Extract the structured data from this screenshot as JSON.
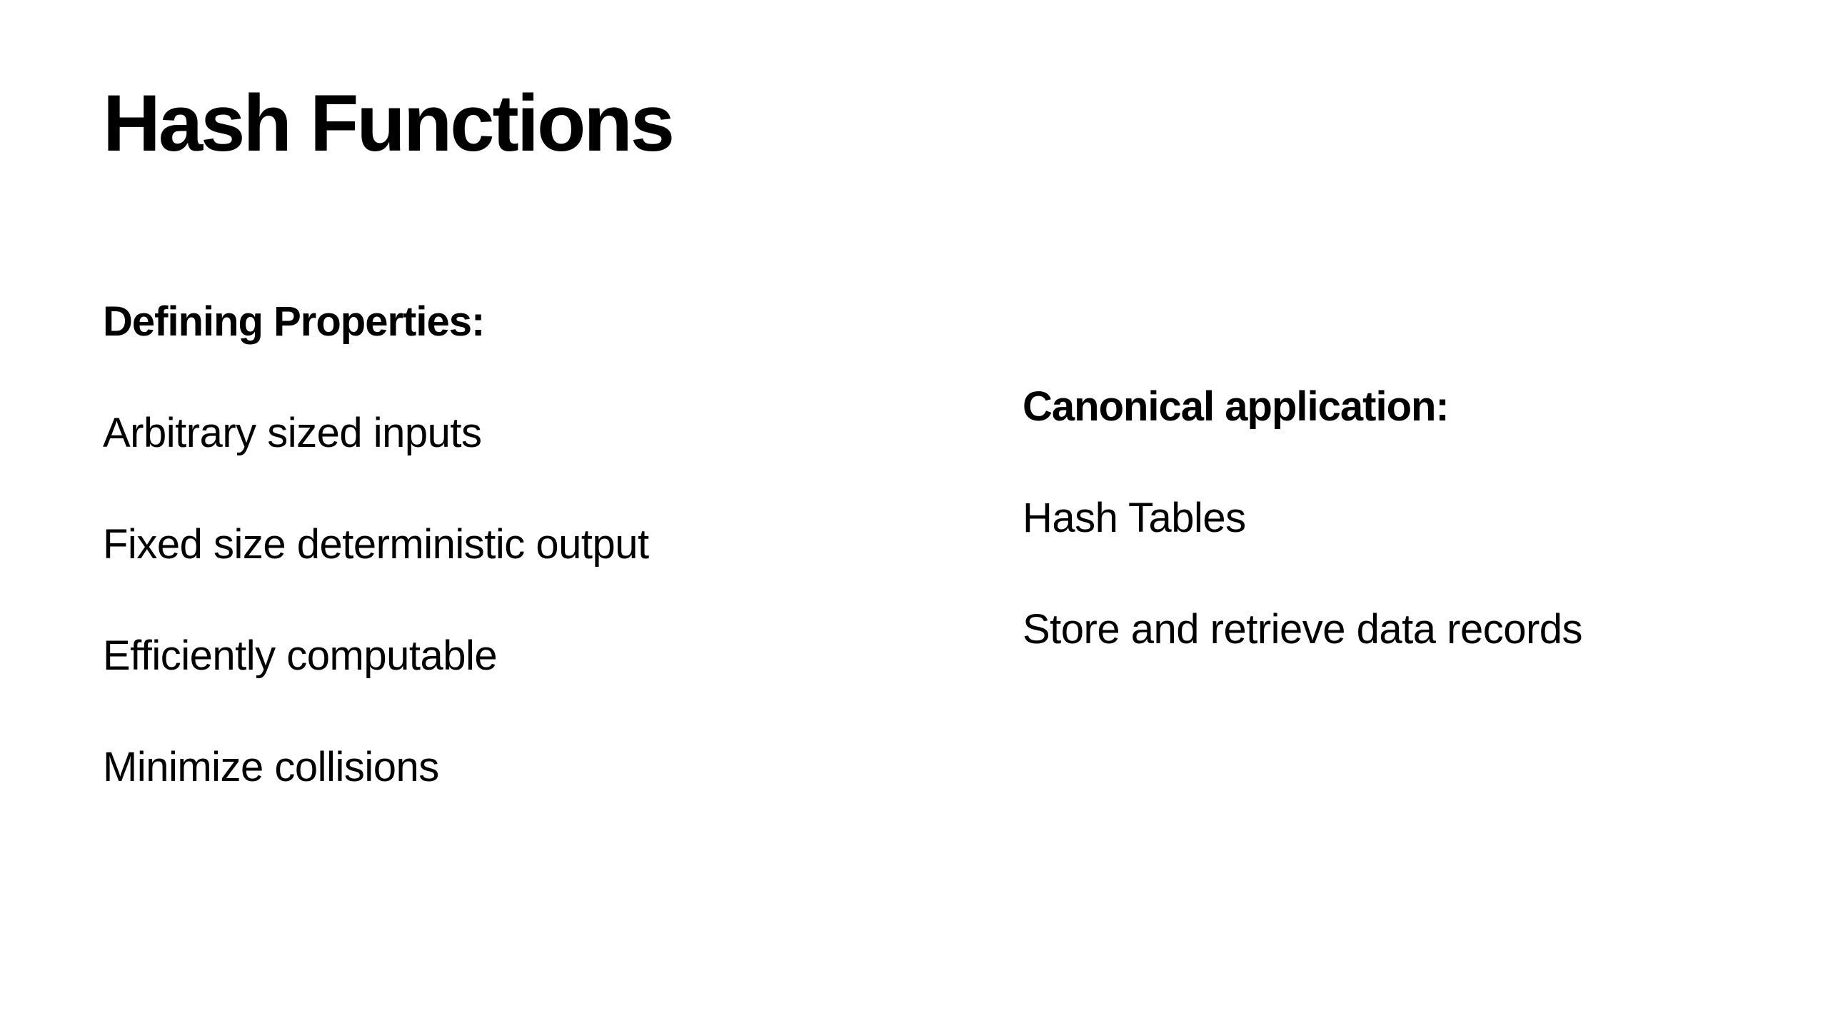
{
  "slide": {
    "title": "Hash Functions",
    "left": {
      "heading": "Defining Properties:",
      "items": [
        "Arbitrary sized inputs",
        "Fixed size deterministic output",
        "Efficiently computable",
        "Minimize collisions"
      ]
    },
    "right": {
      "heading": "Canonical application:",
      "items": [
        "Hash Tables",
        "Store and retrieve data records"
      ]
    }
  }
}
